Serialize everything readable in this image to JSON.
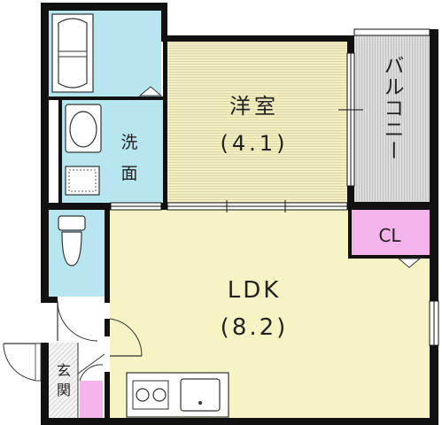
{
  "rooms": {
    "western_room": {
      "name": "洋室",
      "size": "(4.1)"
    },
    "balcony": {
      "name": "バルコニー"
    },
    "washroom": {
      "name_top": "洗",
      "name_bottom": "面"
    },
    "closet": {
      "name": "CL"
    },
    "ldk": {
      "name": "LDK",
      "size": "(8.2)"
    },
    "entrance": {
      "name_top": "玄",
      "name_bottom": "関"
    }
  },
  "colors": {
    "wall": "#111111",
    "western_room_fill": "#f3efc2",
    "ldk_fill": "#f6f4c4",
    "wet_area_fill": "#b7e6f0",
    "closet_fill": "#f3b4ec",
    "balcony_fill": "#dadada",
    "entrance_fill": "#f2f2f2"
  }
}
